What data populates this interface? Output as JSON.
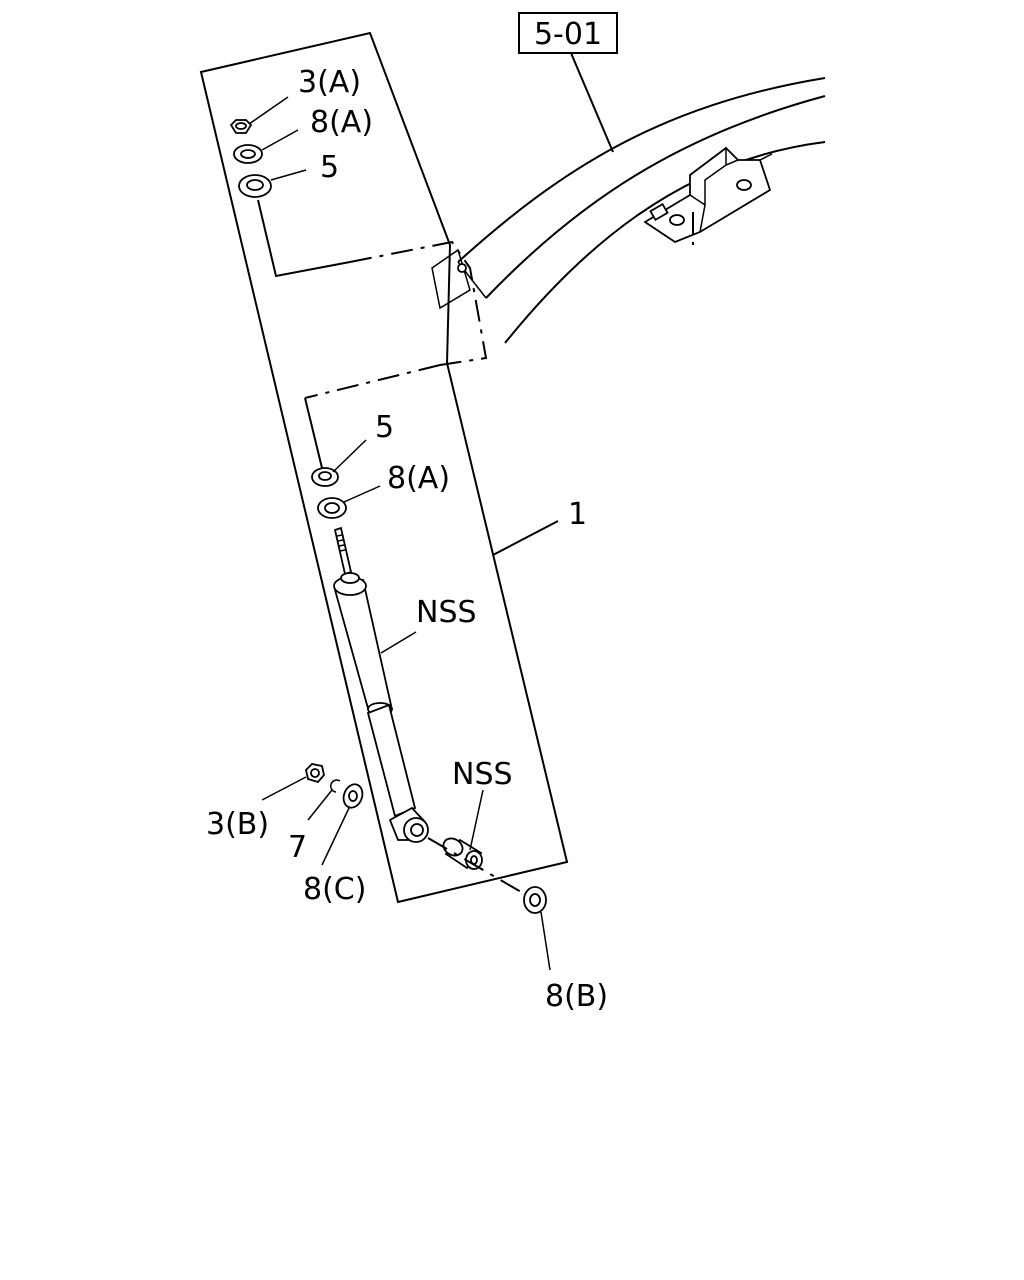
{
  "reference_box": "5-01",
  "labels": {
    "nut_a": "3(A)",
    "washer_a_top": "8(A)",
    "bushing_top": "5",
    "bushing_mid": "5",
    "washer_a_mid": "8(A)",
    "assembly": "1",
    "nss_upper": "NSS",
    "nss_lower": "NSS",
    "nut_b": "3(B)",
    "clip": "7",
    "washer_c": "8(C)",
    "washer_b": "8(B)"
  }
}
